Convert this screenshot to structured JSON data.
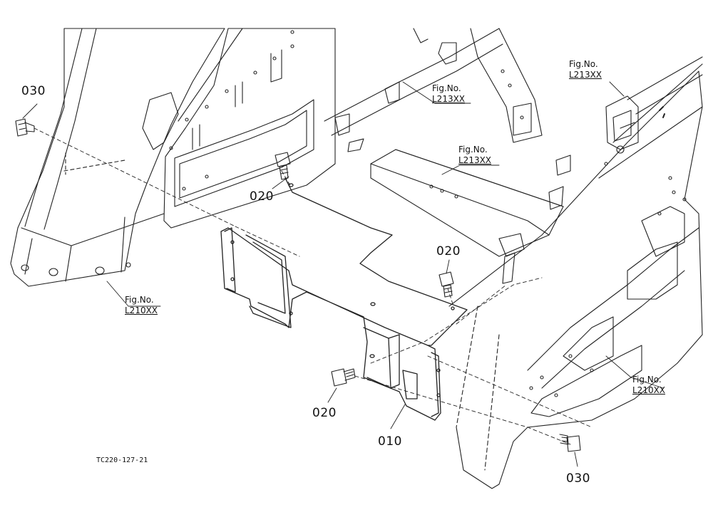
{
  "diagram": {
    "callouts": [
      {
        "id": "c030a",
        "label": "030"
      },
      {
        "id": "c020a",
        "label": "020"
      },
      {
        "id": "c020b",
        "label": "020"
      },
      {
        "id": "c020c",
        "label": "020"
      },
      {
        "id": "c010",
        "label": "010"
      },
      {
        "id": "c030b",
        "label": "030"
      }
    ],
    "references": [
      {
        "id": "r1",
        "fig_no": "Fig.No.",
        "code": "L213XX"
      },
      {
        "id": "r2",
        "fig_no": "Fig.No.",
        "code": "L213XX"
      },
      {
        "id": "r3",
        "fig_no": "Fig.No.",
        "code": "L213XX"
      },
      {
        "id": "r4",
        "fig_no": "Fig.No.",
        "code": "L210XX"
      },
      {
        "id": "r5",
        "fig_no": "Fig.No.",
        "code": "L210XX"
      }
    ],
    "drawing_code": "TC220-127-21"
  }
}
